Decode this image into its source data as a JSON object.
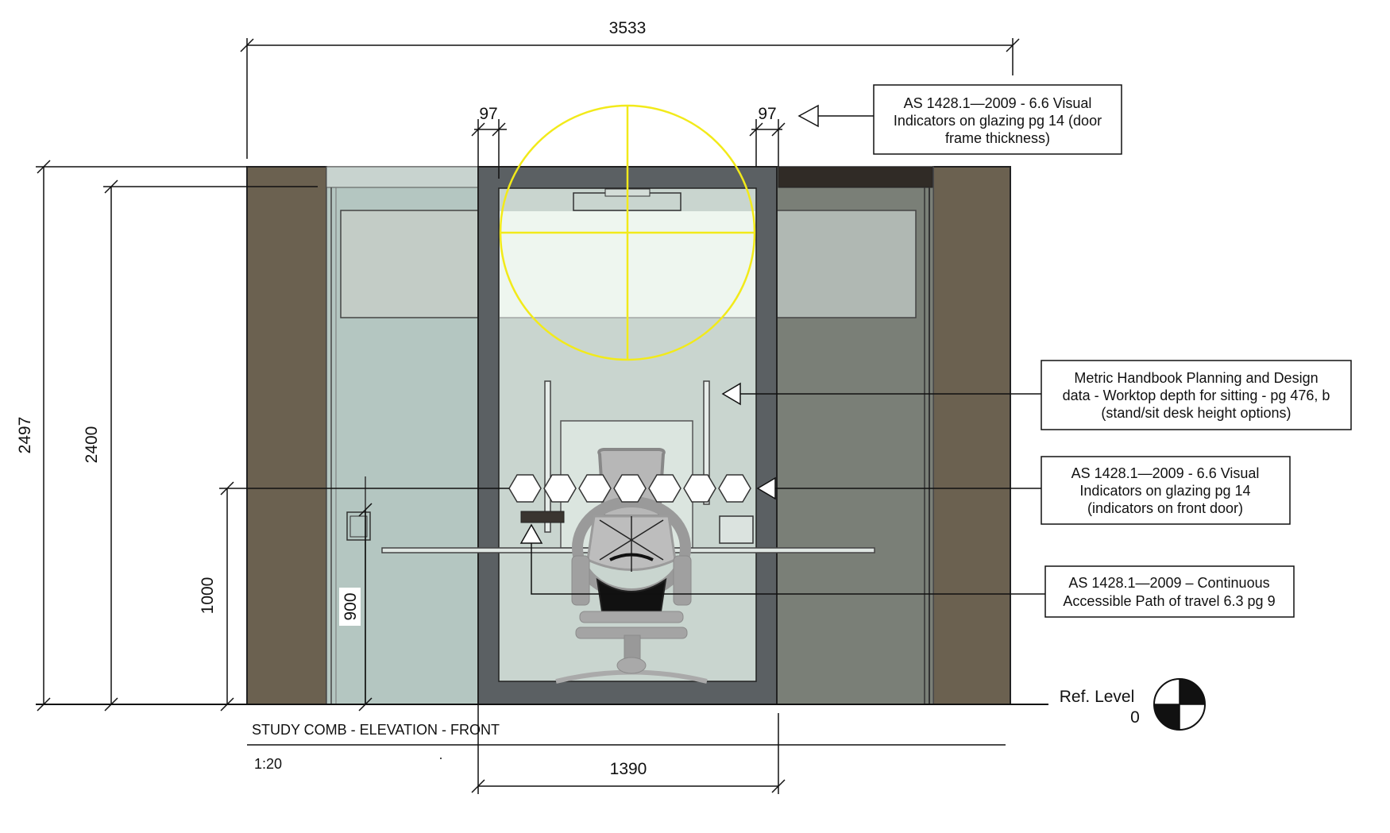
{
  "drawing": {
    "title": "STUDY COMB - ELEVATION - FRONT",
    "scale": "1:20"
  },
  "dimensions": {
    "overall_width": "3533",
    "door_width": "1390",
    "frame_left": "97",
    "frame_right": "97",
    "total_height": "2497",
    "door_height": "2400",
    "indicator_height": "1000",
    "handle_height": "900"
  },
  "ref_level": {
    "label": "Ref. Level",
    "value": "0"
  },
  "annotations": [
    {
      "lines": [
        "AS 1428.1—2009 - 6.6 Visual",
        "Indicators on glazing pg 14 (door",
        "frame thickness)"
      ]
    },
    {
      "lines": [
        "Metric Handbook Planning and Design",
        "data - Worktop depth for sitting - pg 476, b",
        "(stand/sit desk height options)"
      ]
    },
    {
      "lines": [
        "AS 1428.1—2009 - 6.6 Visual",
        "Indicators on glazing pg 14",
        "(indicators on front door)"
      ]
    },
    {
      "lines": [
        "AS 1428.1—2009 – Continuous",
        "Accessible Path of travel 6.3 pg 9"
      ]
    }
  ],
  "colors": {
    "wall": "#6b6150",
    "door_frame": "#5b6063",
    "glass": "#c9d5cf",
    "left_panel": "#b4c6c1",
    "right_panel": "#7a7f77",
    "turning_circle": "#f2ea1a"
  }
}
